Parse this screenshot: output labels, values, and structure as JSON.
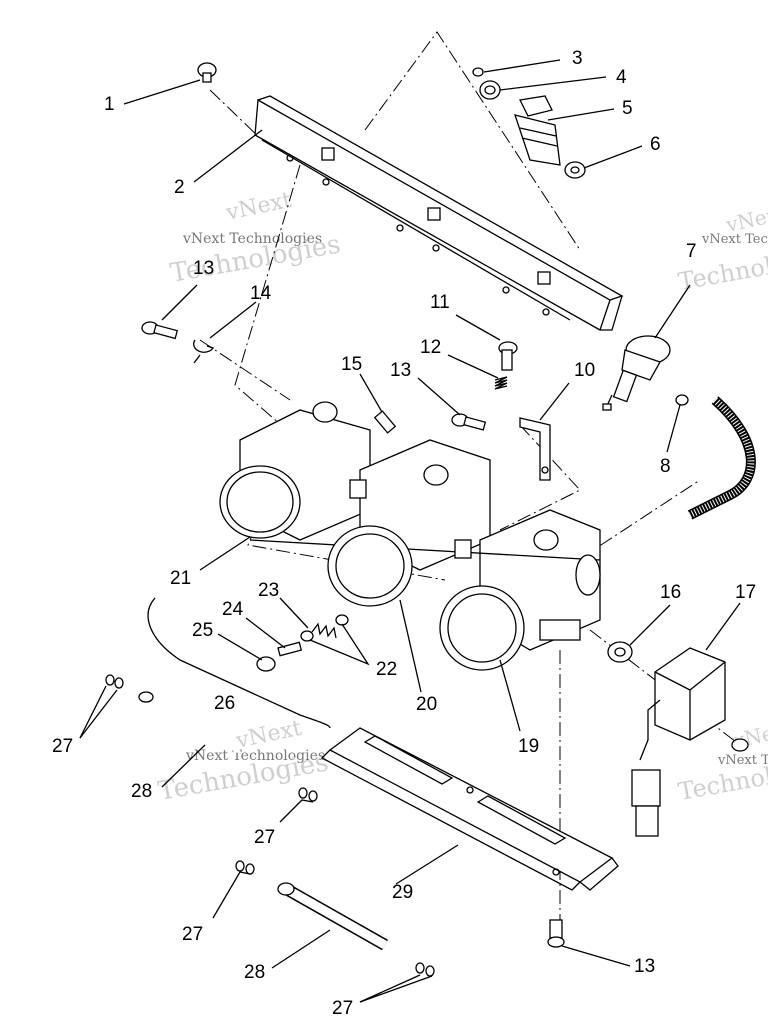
{
  "callouts": [
    "1",
    "2",
    "3",
    "4",
    "5",
    "6",
    "7",
    "8",
    "10",
    "11",
    "12",
    "13",
    "14",
    "15",
    "16",
    "17",
    "19",
    "20",
    "21",
    "22",
    "23",
    "24",
    "25",
    "26",
    "27",
    "28",
    "29"
  ],
  "watermark": {
    "line1": "vNext Technologies",
    "line2": "Technologies",
    "line3": "vNext"
  }
}
